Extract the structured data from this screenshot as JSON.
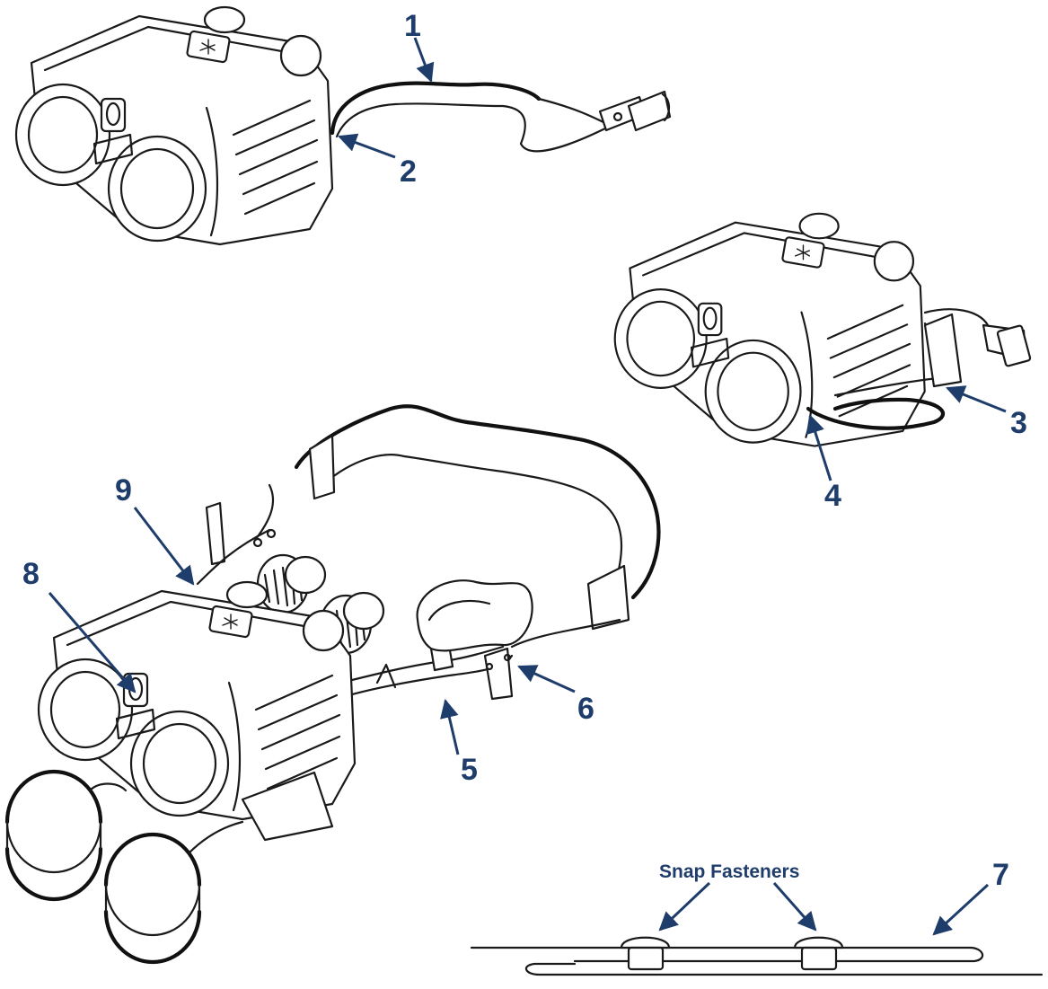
{
  "colors": {
    "callout": "#1f3d6b",
    "lineart": "#1a1a1a"
  },
  "callouts": [
    {
      "id": "1",
      "label": "1"
    },
    {
      "id": "2",
      "label": "2"
    },
    {
      "id": "3",
      "label": "3"
    },
    {
      "id": "4",
      "label": "4"
    },
    {
      "id": "5",
      "label": "5"
    },
    {
      "id": "6",
      "label": "6"
    },
    {
      "id": "7",
      "label": "7"
    },
    {
      "id": "8",
      "label": "8"
    },
    {
      "id": "9",
      "label": "9"
    }
  ],
  "snap_fasteners_label": "Snap Fasteners"
}
